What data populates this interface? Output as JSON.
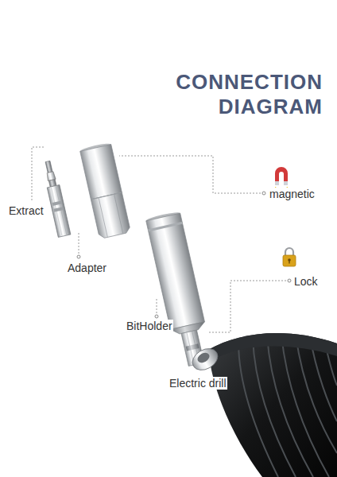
{
  "diagram": {
    "title": "CONNECTION DIAGRAM",
    "labels": [
      "Extract",
      "Adapter",
      "BitHolder",
      "magnetic",
      "Lock",
      "Electric drill"
    ]
  }
}
